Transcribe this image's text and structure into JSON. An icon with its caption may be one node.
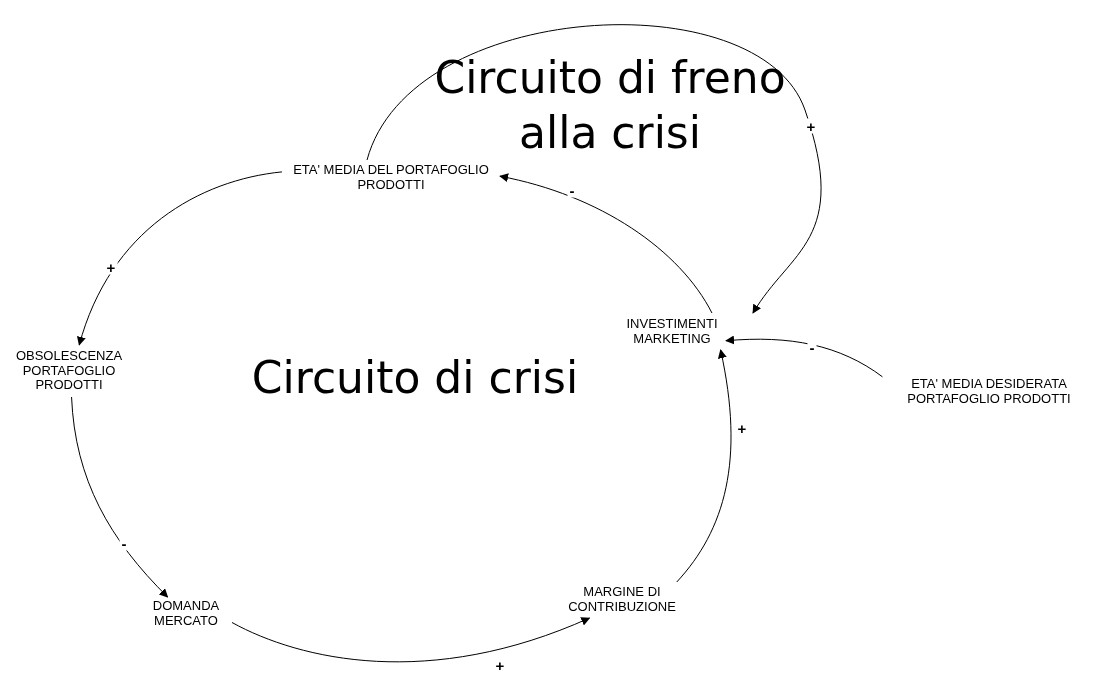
{
  "diagram": {
    "nodes": [
      {
        "text": [
          "ETA' MEDIA DEL PORTAFOGLIO PRODOTTI"
        ]
      },
      {
        "text": [
          "OBSOLESCENZA PORTAFOGLIO PRODOTTI"
        ]
      },
      {
        "text": [
          "DOMANDA MERCATO"
        ]
      },
      {
        "text": [
          "MARGINE DI CONTRIBUZIONE"
        ]
      },
      {
        "text": [
          "INVESTIMENTI MARKETING"
        ]
      },
      {
        "text": [
          "ETA' MEDIA DESIDERATA PORTAFOGLIO PRODOTTI"
        ]
      }
    ],
    "edges": [
      {
        "from": 0,
        "to": 1,
        "arrow": "to",
        "label": "+"
      },
      {
        "from": 1,
        "to": 2,
        "arrow": "to",
        "label": "-"
      },
      {
        "from": 2,
        "to": 3,
        "arrow": "to",
        "label": "+"
      },
      {
        "from": 3,
        "to": 4,
        "arrow": "to",
        "label": "+"
      },
      {
        "from": 4,
        "to": 0,
        "arrow": "to",
        "label": "-"
      },
      {
        "from": 0,
        "to": 4,
        "arrow": "to",
        "label": "+"
      },
      {
        "from": 5,
        "to": 4,
        "arrow": "to",
        "label": "-"
      }
    ],
    "labels": [
      "Circuito di freno alla crisi",
      "Circuito di crisi"
    ]
  }
}
